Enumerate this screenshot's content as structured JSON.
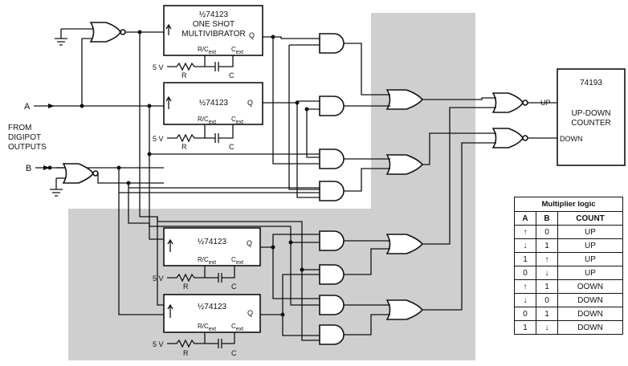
{
  "labels": {
    "one_shot_half": "½74123",
    "one_shot_name_1": "ONE SHOT",
    "one_shot_name_2": "MULTIVIBRATOR",
    "half_chip": "½74123",
    "rc_pin": "R/C",
    "rc_sub": "ext",
    "c_pin": "C",
    "c_sub": "ext",
    "q_pin": "Q",
    "supply": "5 V",
    "resistor": "R",
    "capacitor": "C",
    "input_a": "A",
    "input_b": "B",
    "from_1": "FROM",
    "from_2": "DIGIPOT",
    "from_3": "OUTPUTS",
    "counter_part": "74193",
    "counter_name_1": "UP-DOWN",
    "counter_name_2": "COUNTER",
    "up_pin": "UP",
    "down_pin": "DOWN"
  },
  "table": {
    "title": "Multiplier logic",
    "headers": [
      "A",
      "B",
      "COUNT"
    ],
    "rows": [
      {
        "a": "↑",
        "b": "0",
        "count": "UP"
      },
      {
        "a": "↓",
        "b": "1",
        "count": "UP"
      },
      {
        "a": "1",
        "b": "↑",
        "count": "UP"
      },
      {
        "a": "0",
        "b": "↓",
        "count": "UP"
      },
      {
        "a": "↑",
        "b": "1",
        "count": "OOWN"
      },
      {
        "a": "↓",
        "b": "0",
        "count": "DOWN"
      },
      {
        "a": "0",
        "b": "1",
        "count": "DOWN"
      },
      {
        "a": "1",
        "b": "↓",
        "count": "DOWN"
      }
    ]
  },
  "colors": {
    "shade": "#cfcfcf",
    "ink": "#111111"
  }
}
